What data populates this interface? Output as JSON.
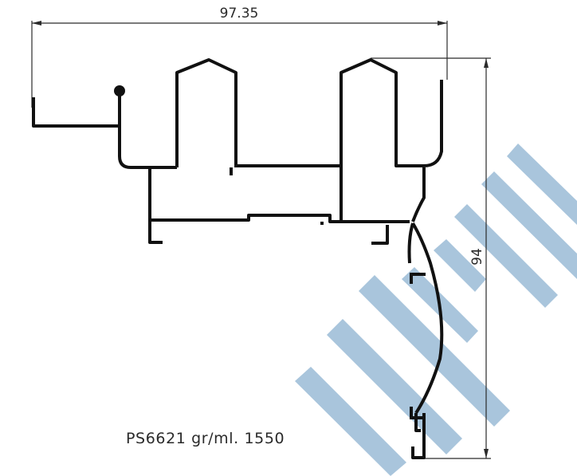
{
  "dimensions": {
    "width_label": "97.35",
    "height_label": "94"
  },
  "caption": "PS6621 gr/ml. 1550",
  "watermark_color": "#a9c5dc",
  "profile_color": "#111111"
}
